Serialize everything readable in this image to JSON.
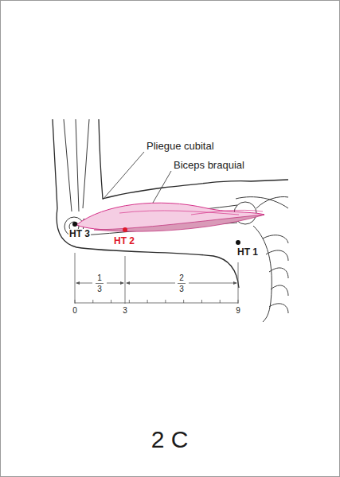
{
  "diagram": {
    "caption": "2 C",
    "labels": [
      "Pliegue cubital",
      "Biceps braquial",
      "HT 3",
      "HT 2",
      "HT 1",
      "1",
      "3",
      "2",
      "3",
      "0",
      "3",
      "9"
    ]
  }
}
